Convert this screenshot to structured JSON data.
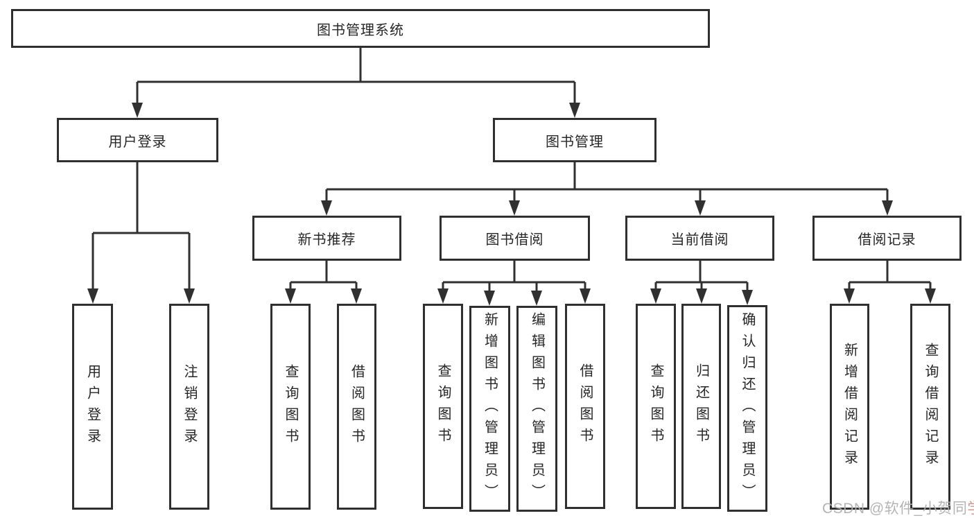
{
  "page": {
    "background": "#ffffff",
    "line_color": "#303030",
    "box_border_color": "#2f2f2f",
    "text_color": "#262626"
  },
  "diagram": {
    "root": {
      "label": "图书管理系统"
    },
    "level2": [
      {
        "label": "用户登录"
      },
      {
        "label": "图书管理"
      }
    ],
    "level3": [
      {
        "label": "新书推荐"
      },
      {
        "label": "图书借阅"
      },
      {
        "label": "当前借阅"
      },
      {
        "label": "借阅记录"
      }
    ],
    "leaves": [
      {
        "label": "用户登录"
      },
      {
        "label": "注销登录"
      },
      {
        "label": "查询图书"
      },
      {
        "label": "借阅图书"
      },
      {
        "label": "查询图书"
      },
      {
        "label": "新增图书（管理员）"
      },
      {
        "label": "编辑图书（管理员）"
      },
      {
        "label": "借阅图书"
      },
      {
        "label": "查询图书"
      },
      {
        "label": "归还图书"
      },
      {
        "label": "确认归还（管理员）"
      },
      {
        "label": "新增借阅记录"
      },
      {
        "label": "查询借阅记录"
      }
    ]
  },
  "watermark": {
    "main": "CSDN @软件_小贺同",
    "tail": "学",
    "main_color": "#b0b0b0",
    "tail_color": "#d98a8a"
  }
}
